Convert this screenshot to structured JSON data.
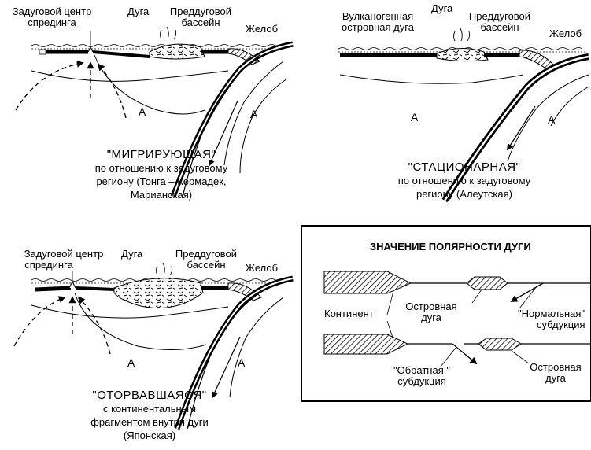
{
  "panel1": {
    "label_backarc": "Задуговой центр спрединга",
    "label_backarc_l1": "Задуговой центр",
    "label_backarc_l2": "спрединга",
    "label_arc": "Дуга",
    "label_forearc_l1": "Преддуговой",
    "label_forearc_l2": "бассейн",
    "label_trench": "Желоб",
    "marker_a1": "A",
    "marker_a2": "A",
    "caption_title": "\"МИГРИРУЮЩАЯ\"",
    "caption_l1": "по отношению к задуговому",
    "caption_l2": "региону (Тонга – Кермадек,",
    "caption_l3": "Марианская)"
  },
  "panel2": {
    "label_volcanic_l1": "Вулканогенная",
    "label_volcanic_l2": "островная дуга",
    "label_arc": "Дуга",
    "label_forearc_l1": "Преддуговой",
    "label_forearc_l2": "бассейн",
    "label_trench": "Желоб",
    "marker_a1": "A",
    "marker_a2": "A",
    "caption_title": "\"СТАЦИОНАРНАЯ\"",
    "caption_l1": "по отношению к задуговому",
    "caption_l2": "региону (Алеутская)"
  },
  "panel3": {
    "label_backarc_l1": "Задуговой центр",
    "label_backarc_l2": "спрединга",
    "label_arc": "Дуга",
    "label_forearc_l1": "Преддуговой",
    "label_forearc_l2": "бассейн",
    "label_trench": "Желоб",
    "marker_a1": "A",
    "marker_a2": "A",
    "caption_title": "\"ОТОРВАВШАЯСЯ\"",
    "caption_l1": "с континентальным",
    "caption_l2": "фрагментом внутри дуги",
    "caption_l3": "(Японская)"
  },
  "panel4": {
    "title": "ЗНАЧЕНИЕ ПОЛЯРНОСТИ ДУГИ",
    "label_continent": "Континент",
    "label_island_arc_l1": "Островная",
    "label_island_arc_l2": "дуга",
    "label_normal_l1": "\"Нормальная\"",
    "label_normal_l2": "субдукция",
    "label_reverse_l1": "\"Обратная \"",
    "label_reverse_l2": "субдукция",
    "label_island_arc2_l1": "Островная",
    "label_island_arc2_l2": "дуга"
  }
}
